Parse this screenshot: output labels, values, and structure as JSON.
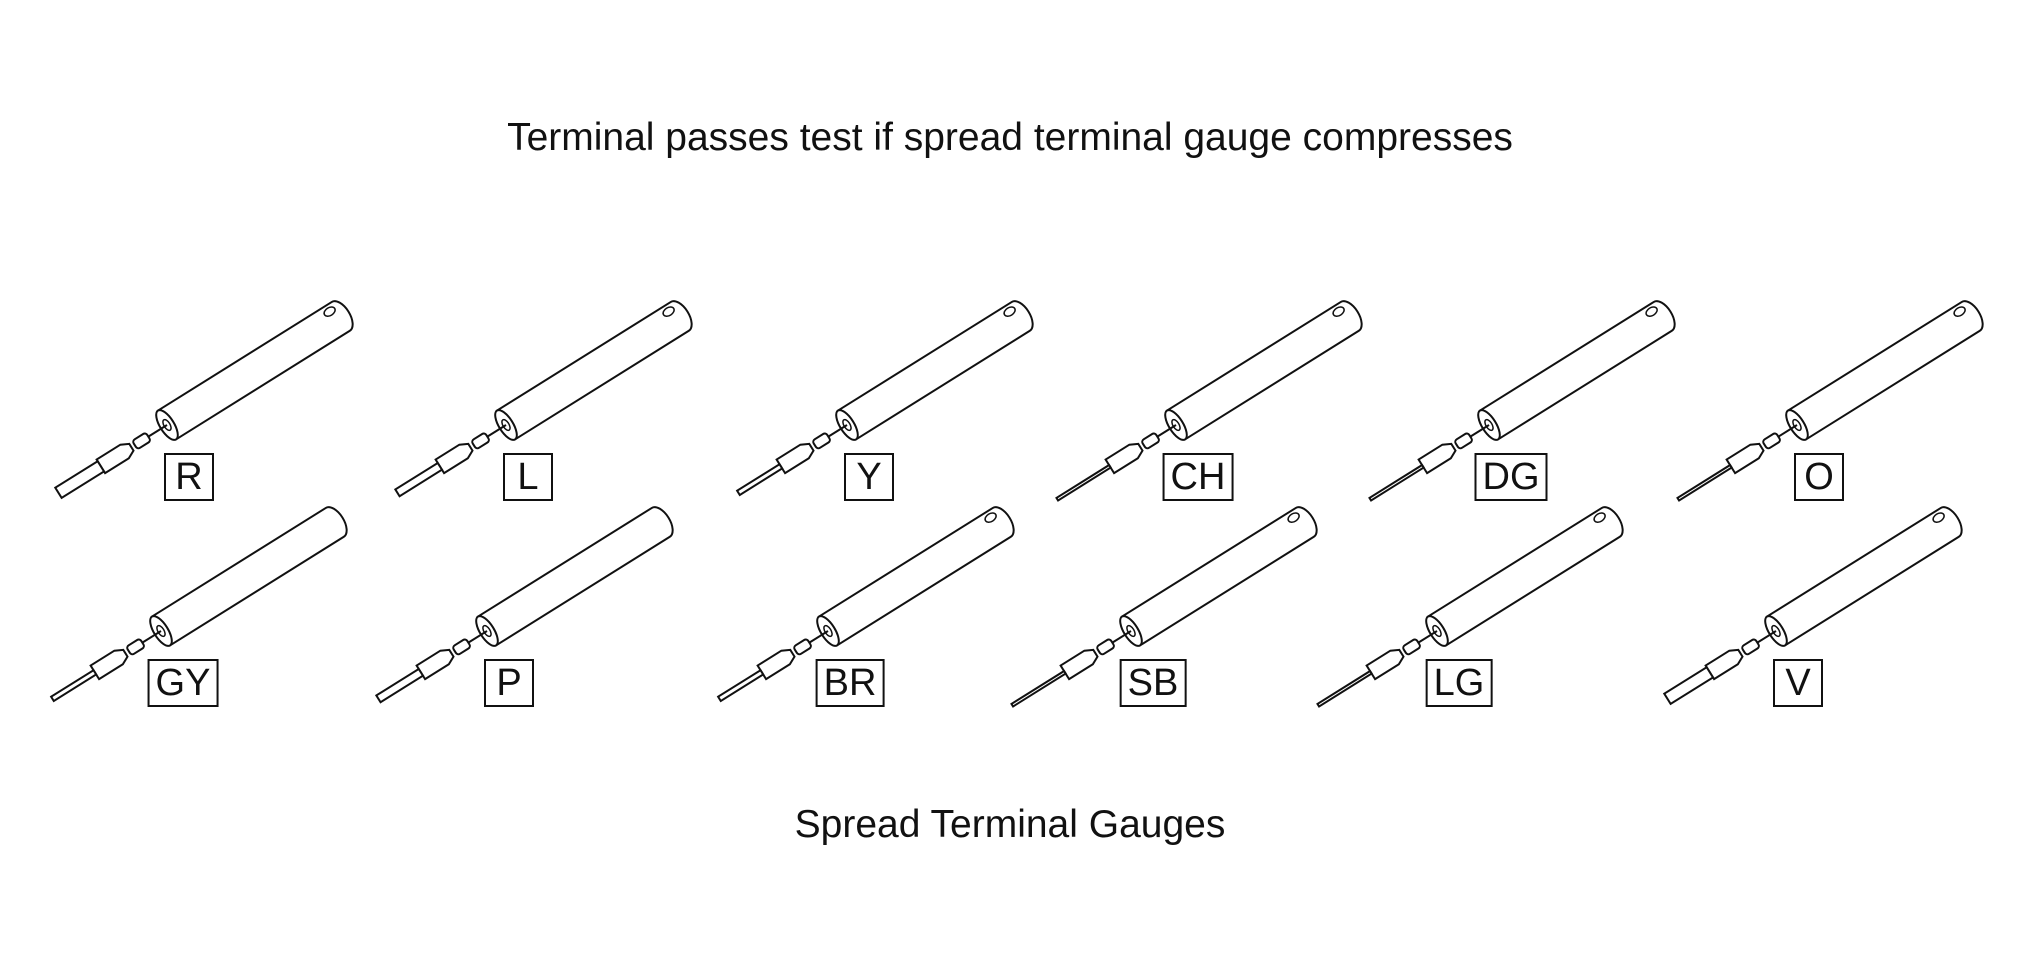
{
  "title": "Terminal passes test if spread terminal gauge compresses",
  "caption": "Spread Terminal Gauges",
  "gauges": [
    {
      "label": "R",
      "blade": "wide",
      "hole": true
    },
    {
      "label": "L",
      "blade": "medium",
      "hole": true
    },
    {
      "label": "Y",
      "blade": "narrow",
      "hole": true
    },
    {
      "label": "CH",
      "blade": "pin",
      "hole": true
    },
    {
      "label": "DG",
      "blade": "pin",
      "hole": true
    },
    {
      "label": "O",
      "blade": "pin",
      "hole": true
    },
    {
      "label": "GY",
      "blade": "narrow",
      "hole": false
    },
    {
      "label": "P",
      "blade": "medium",
      "hole": false
    },
    {
      "label": "BR",
      "blade": "narrow",
      "hole": true
    },
    {
      "label": "SB",
      "blade": "pin",
      "hole": true
    },
    {
      "label": "LG",
      "blade": "pin",
      "hole": true
    },
    {
      "label": "V",
      "blade": "wide",
      "hole": true
    }
  ]
}
